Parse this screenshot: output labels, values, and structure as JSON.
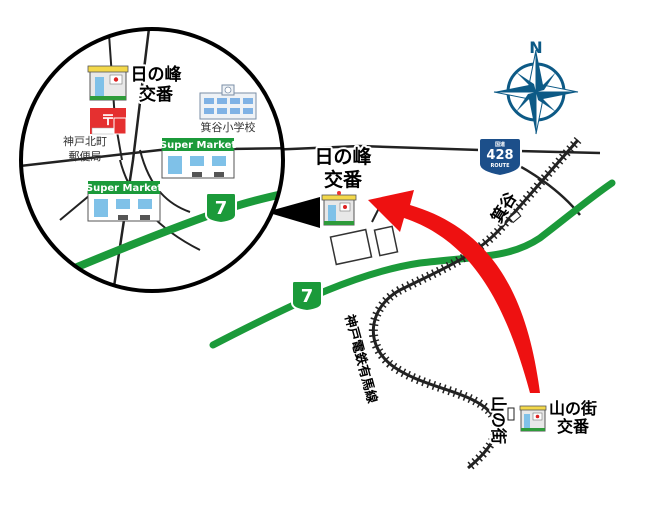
{
  "compass": {
    "north_label": "N",
    "colors": {
      "primary": "#0d5a86",
      "light": "#ffffff"
    }
  },
  "routes": {
    "r7": {
      "number": "7",
      "color": "#1b9a3a"
    },
    "r428": {
      "number": "428",
      "top_text": "国道",
      "bottom_text": "ROUTE",
      "color": "#1c4f8a"
    }
  },
  "labels": {
    "hinomine_koban_main": [
      "日の峰",
      "交番"
    ],
    "hinomine_koban_inset": [
      "日の峰",
      "交番"
    ],
    "yamanomachi_koban": [
      "山の街",
      "交番"
    ],
    "minotani_station": "箕谷",
    "yamanomachi_station": "山の街",
    "railway_line": "神戸電鉄有馬線",
    "minotani_school": "箕谷小学校",
    "post_office": [
      "神戸北町",
      "郵便局"
    ],
    "supermarket_1": "Super Market",
    "supermarket_2": "Super Market"
  },
  "colors": {
    "road_green": "#1b9a3a",
    "arrow_red": "#ee1111",
    "rail": "#222222",
    "road_dark": "#222222"
  }
}
